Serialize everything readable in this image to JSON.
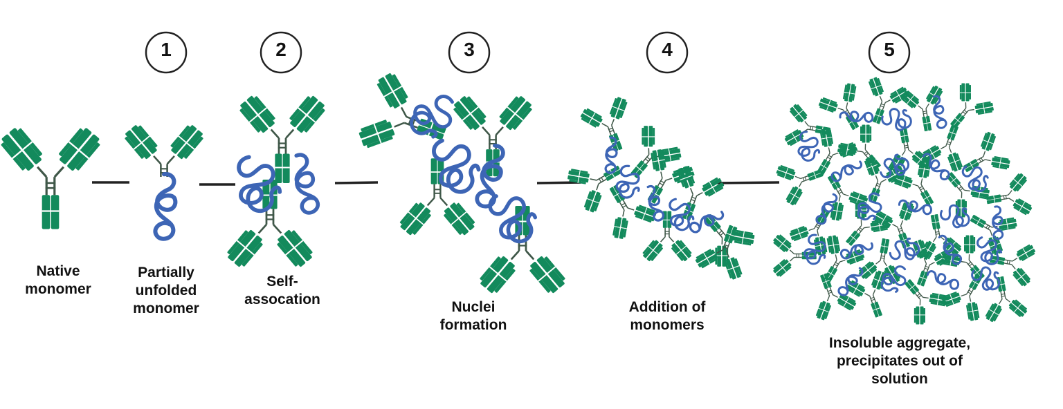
{
  "steps": [
    {
      "number": "1"
    },
    {
      "number": "2"
    },
    {
      "number": "3"
    },
    {
      "number": "4"
    },
    {
      "number": "5"
    }
  ],
  "stages": [
    {
      "lines": [
        "Native",
        "monomer"
      ]
    },
    {
      "lines": [
        "Partially",
        "unfolded",
        "monomer"
      ]
    },
    {
      "lines": [
        "Self-",
        "assocation"
      ]
    },
    {
      "lines": [
        "Nuclei",
        "formation"
      ]
    },
    {
      "lines": [
        "Addition of",
        "monomers"
      ]
    },
    {
      "lines": [
        "Insoluble aggregate,",
        "precipitates out of",
        "solution"
      ]
    }
  ],
  "colors": {
    "antibody": "#138a5c",
    "hinge": "#3f5748",
    "unfolded_chain": "#3d65b5",
    "unfolded_chain_light": "#4a72c0",
    "connector": "#222222",
    "text": "#111111"
  }
}
